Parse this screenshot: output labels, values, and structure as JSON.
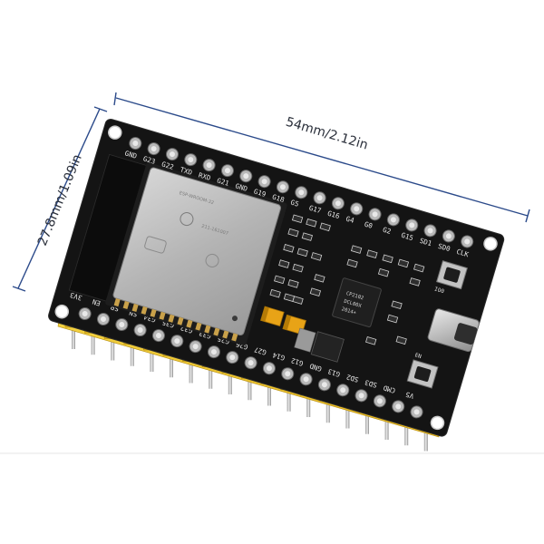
{
  "dimensions": {
    "length_label": "54mm/2.12in",
    "width_label": "27.8mm/1.09in"
  },
  "top_pin_labels": [
    "GND",
    "G23",
    "G22",
    "TXD",
    "RXD",
    "G21",
    "GND",
    "G19",
    "G18",
    "G5",
    "G17",
    "G16",
    "G4",
    "G0",
    "G2",
    "G15",
    "SD1",
    "SD0",
    "CLK"
  ],
  "bottom_pin_labels": [
    "3V3",
    "EN",
    "SP",
    "SN",
    "G34",
    "G35",
    "G32",
    "G33",
    "G25",
    "G26",
    "G27",
    "G14",
    "G12",
    "GND",
    "G13",
    "SD2",
    "SD3",
    "CMD",
    "V5"
  ],
  "module": {
    "shield_text": "ESP-WROOM-32",
    "cert_text": "211-161007"
  },
  "usb_chip": {
    "line1": "CP2102",
    "line2": "DCL00X",
    "line3": "2014+"
  },
  "buttons": {
    "top": "IO0",
    "bottom": "EN"
  },
  "colors": {
    "pcb": "#151515",
    "header": "#f2c92e",
    "shield": "#b9b9b9",
    "dimension": "#2b4a8a"
  }
}
